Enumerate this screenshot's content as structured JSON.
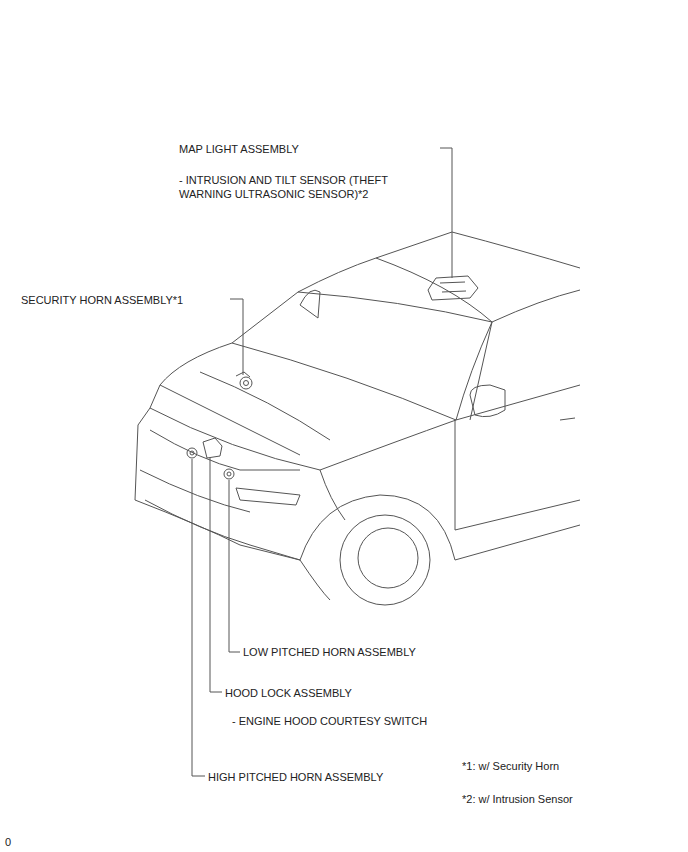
{
  "diagram": {
    "labels": [
      "MAP LIGHT ASSEMBLY",
      "- INTRUSION AND TILT SENSOR (THEFT WARNING ULTRASONIC SENSOR)*2",
      "SECURITY HORN ASSEMBLY*1",
      "LOW PITCHED HORN ASSEMBLY",
      "HOOD LOCK ASSEMBLY",
      "- ENGINE HOOD COURTESY SWITCH",
      "HIGH PITCHED HORN ASSEMBLY",
      "*1: w/ Security Horn",
      "*2: w/ Intrusion Sensor",
      "0"
    ]
  }
}
